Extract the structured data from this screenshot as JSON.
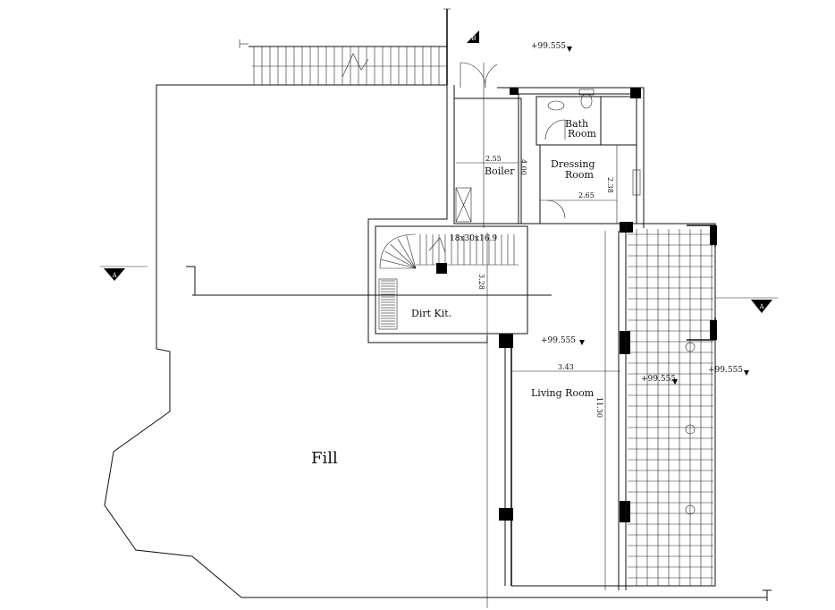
{
  "rooms": {
    "bath": "Bath\nRoom",
    "dressing": "Dressing\nRoom",
    "boiler": "Boiler",
    "dirt_kitchen": "Dirt Kit.",
    "living": "Living Room",
    "fill": "Fill"
  },
  "dimensions": {
    "boiler_width": "2.55",
    "boiler_height": "4.00",
    "dressing_width": "2.65",
    "dressing_height": "2.38",
    "stair": "18x30x16.9",
    "kitchen_height": "3.28",
    "living_width": "3.43",
    "living_height": "11.30"
  },
  "levels": {
    "top": "+99.555",
    "living": "+99.555",
    "terrace": "+99.555",
    "right": "+99.555"
  },
  "markers": {
    "section_left": "A",
    "section_right": "A",
    "section_top": "B"
  }
}
